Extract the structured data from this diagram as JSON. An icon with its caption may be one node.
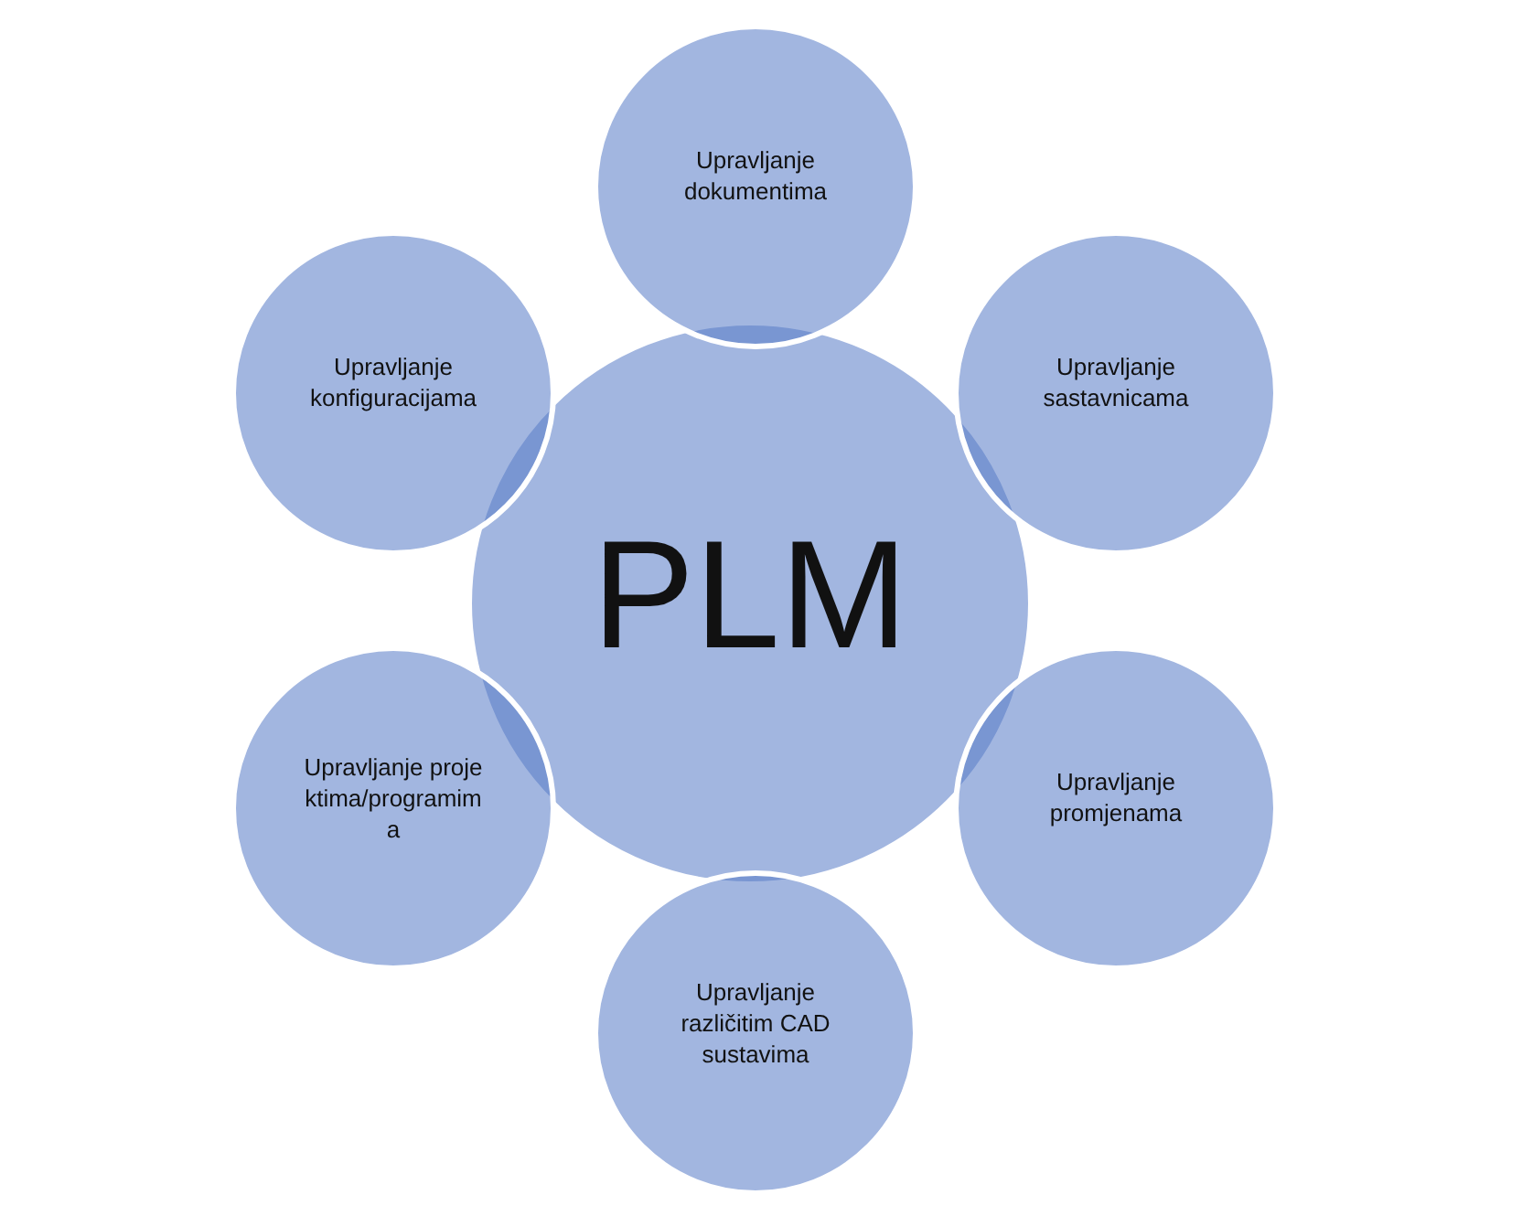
{
  "diagram": {
    "nodes": [
      {
        "text": [
          "PLM"
        ]
      },
      {
        "text": [
          "Upravljanje dokumentima"
        ]
      },
      {
        "text": [
          "Upravljanje sastavnicama"
        ]
      },
      {
        "text": [
          "Upravljanje promjenama"
        ]
      },
      {
        "text": [
          "Upravljanje različitim CAD sustavima"
        ]
      },
      {
        "text": [
          "Upravljanje projektima/programima"
        ]
      },
      {
        "text": [
          "Upravljanje konfiguracijama"
        ]
      }
    ]
  }
}
